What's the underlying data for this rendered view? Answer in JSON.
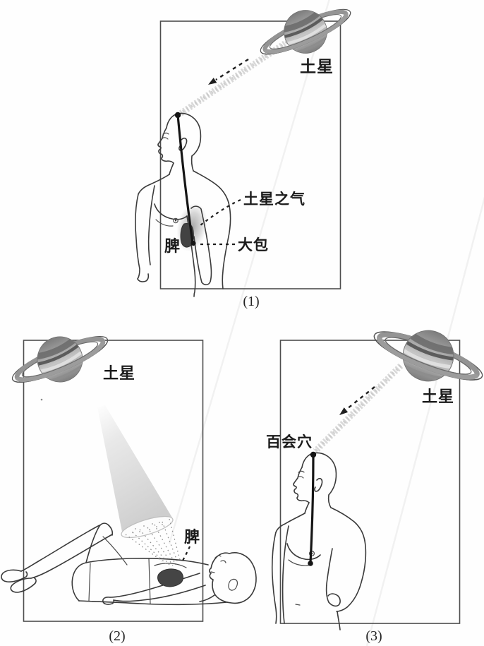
{
  "panels": {
    "p1": {
      "caption": "(1)",
      "saturn_label": "土星",
      "qi_label": "土星之气",
      "dabao_label": "大包",
      "spleen_label": "脾"
    },
    "p2": {
      "caption": "(2)",
      "saturn_label": "土星",
      "spleen_label": "脾"
    },
    "p3": {
      "caption": "(3)",
      "saturn_label": "土星",
      "baihui_label": "百会穴"
    }
  },
  "colors": {
    "background": "#fefefe",
    "figure_outline": "#3a3a3a",
    "panel_border": "#4d4d4d",
    "meridian_line": "#151515",
    "spleen_fill": "#424242",
    "beam_gray": "#d8d8d8",
    "label_text": "#1b1b1b"
  }
}
